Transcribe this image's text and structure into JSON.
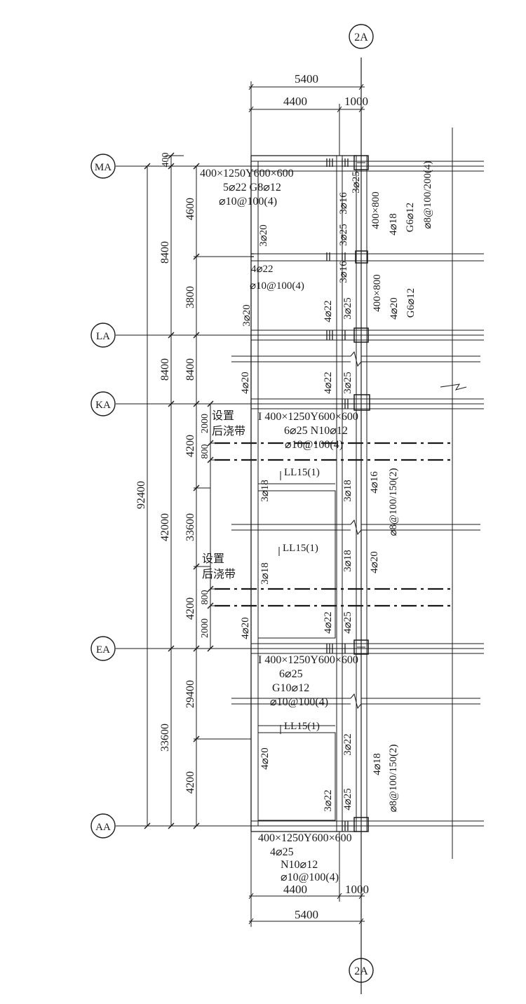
{
  "axes": {
    "top_2a": "2A",
    "bottom_2a": "2A",
    "ma": "MA",
    "la": "LA",
    "ka": "KA",
    "ea": "EA",
    "aa": "AA"
  },
  "top_dims": {
    "total": "5400",
    "left": "4400",
    "right": "1000"
  },
  "bottom_dims": {
    "total": "5400",
    "left": "4400",
    "right": "1000"
  },
  "left_dims": {
    "overall": "92400",
    "d400": "400",
    "d8400_a": "8400",
    "d8400_b": "8400",
    "d42000": "42000",
    "d33600": "33600",
    "d4600": "4600",
    "d3800": "3800",
    "d8400_c": "8400",
    "d4200_a": "4200",
    "d800_a": "800",
    "d2000_a": "2000",
    "d33600_b": "33600",
    "d4200_b": "4200",
    "d800_b": "800",
    "d2000_b": "2000",
    "d29400": "29400",
    "d4200_c": "4200"
  },
  "ma_beam": {
    "section": "400×1250Y600×600",
    "rebar": "5⌀22  G8⌀12",
    "stirrup": "⌀10@100(4)"
  },
  "ma_column": {
    "r1": "3⌀25",
    "r2": "3⌀16",
    "r3": "3⌀25",
    "section": "400×800",
    "main": "4⌀18",
    "side": "G6⌀12",
    "stirrup": "⌀8@100/200(4)"
  },
  "mid_ml": {
    "left_rebar": "3⌀20",
    "top_rebar": "4⌀22",
    "stirrup": "⌀10@100(4)",
    "c1": "3⌀16",
    "section": "400×800",
    "main": "4⌀20",
    "side": "G6⌀12",
    "r_left": "3⌀20",
    "r_mid": "4⌀22",
    "r_c": "3⌀25"
  },
  "lk": {
    "left": "4⌀20",
    "mid": "4⌀22",
    "c": "3⌀25"
  },
  "ka_beam": {
    "section": "I 400×1250Y600×600",
    "rebar": "6⌀25  N10⌀12",
    "stirrup": "⌀10@100(4)"
  },
  "post_pour_1": {
    "line1": "设置",
    "line2": "后浇带"
  },
  "post_pour_2": {
    "line1": "设置",
    "line2": "后浇带"
  },
  "ka_ea": {
    "ll1": "LL15(1)",
    "ll2": "LL15(1)",
    "left1": "3⌀18",
    "left2": "3⌀18",
    "mid1": "3⌀18",
    "mid2": "3⌀18",
    "c1": "4⌀16",
    "c2": "4⌀20",
    "stirrup": "⌀8@100/150(2)",
    "left3": "4⌀20",
    "mid3": "4⌀22",
    "c3": "4⌀25"
  },
  "ea_beam": {
    "section": "I 400×1250Y600×600",
    "rebar": "6⌀25",
    "side": "G10⌀12",
    "stirrup": "⌀10@100(4)"
  },
  "ea_aa": {
    "ll": "LL15(1)",
    "left": "4⌀20",
    "mid": "3⌀22",
    "c": "4⌀18",
    "stirrup": "⌀8@100/150(2)",
    "left2": "3⌀22",
    "c2": "4⌀25"
  },
  "aa_beam": {
    "section": "400×1250Y600×600",
    "rebar": "4⌀25",
    "side": "N10⌀12",
    "stirrup": "⌀10@100(4)"
  }
}
